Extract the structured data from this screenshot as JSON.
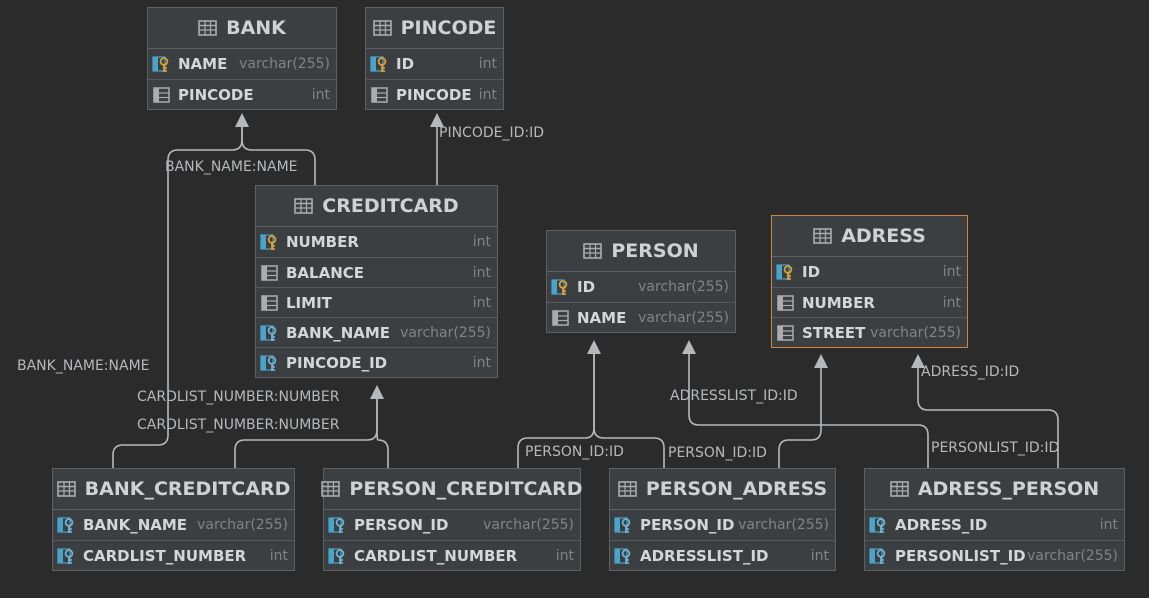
{
  "colors": {
    "background": "#2b2b2b",
    "table_bg": "#3c3f41",
    "border": "#5d6163",
    "selected_border": "#d0853c",
    "edge": "#b6b9bc",
    "key_icon": "#e0a030",
    "column_icon": "#4aa3c8"
  },
  "tables": {
    "bank": {
      "title": "BANK",
      "columns": [
        {
          "name": "NAME",
          "type": "varchar(255)",
          "icon": "primary-key-column-icon"
        },
        {
          "name": "PINCODE",
          "type": "int",
          "icon": "column-icon"
        }
      ]
    },
    "pincode": {
      "title": "PINCODE",
      "columns": [
        {
          "name": "ID",
          "type": "int",
          "icon": "primary-key-column-icon"
        },
        {
          "name": "PINCODE",
          "type": "int",
          "icon": "column-icon"
        }
      ]
    },
    "creditcard": {
      "title": "CREDITCARD",
      "columns": [
        {
          "name": "NUMBER",
          "type": "int",
          "icon": "primary-key-column-icon"
        },
        {
          "name": "BALANCE",
          "type": "int",
          "icon": "column-icon"
        },
        {
          "name": "LIMIT",
          "type": "int",
          "icon": "column-icon"
        },
        {
          "name": "BANK_NAME",
          "type": "varchar(255)",
          "icon": "foreign-key-column-icon"
        },
        {
          "name": "PINCODE_ID",
          "type": "int",
          "icon": "foreign-key-column-icon"
        }
      ]
    },
    "person": {
      "title": "PERSON",
      "columns": [
        {
          "name": "ID",
          "type": "varchar(255)",
          "icon": "primary-key-column-icon"
        },
        {
          "name": "NAME",
          "type": "varchar(255)",
          "icon": "column-icon"
        }
      ]
    },
    "adress": {
      "title": "ADRESS",
      "columns": [
        {
          "name": "ID",
          "type": "int",
          "icon": "primary-key-column-icon"
        },
        {
          "name": "NUMBER",
          "type": "int",
          "icon": "column-icon"
        },
        {
          "name": "STREET",
          "type": "varchar(255)",
          "icon": "column-icon"
        }
      ]
    },
    "bank_creditcard": {
      "title": "BANK_CREDITCARD",
      "columns": [
        {
          "name": "BANK_NAME",
          "type": "varchar(255)",
          "icon": "foreign-key-column-icon"
        },
        {
          "name": "CARDLIST_NUMBER",
          "type": "int",
          "icon": "foreign-key-column-icon"
        }
      ]
    },
    "person_creditcard": {
      "title": "PERSON_CREDITCARD",
      "columns": [
        {
          "name": "PERSON_ID",
          "type": "varchar(255)",
          "icon": "foreign-key-column-icon"
        },
        {
          "name": "CARDLIST_NUMBER",
          "type": "int",
          "icon": "foreign-key-column-icon"
        }
      ]
    },
    "person_adress": {
      "title": "PERSON_ADRESS",
      "columns": [
        {
          "name": "PERSON_ID",
          "type": "varchar(255)",
          "icon": "foreign-key-column-icon"
        },
        {
          "name": "ADRESSLIST_ID",
          "type": "int",
          "icon": "foreign-key-column-icon"
        }
      ]
    },
    "adress_person": {
      "title": "ADRESS_PERSON",
      "columns": [
        {
          "name": "ADRESS_ID",
          "type": "int",
          "icon": "foreign-key-column-icon"
        },
        {
          "name": "PERSONLIST_ID",
          "type": "varchar(255)",
          "icon": "foreign-key-column-icon"
        }
      ]
    }
  },
  "edge_labels": {
    "pincode_id": "PINCODE_ID:ID",
    "bank_name_top": "BANK_NAME:NAME",
    "bank_name_left": "BANK_NAME:NAME",
    "cardlist_1": "CARDLIST_NUMBER:NUMBER",
    "cardlist_2": "CARDLIST_NUMBER:NUMBER",
    "adresslist_id": "ADRESSLIST_ID:ID",
    "adress_id": "ADRESS_ID:ID",
    "person_id_1": "PERSON_ID:ID",
    "person_id_2": "PERSON_ID:ID",
    "personlist_id": "PERSONLIST_ID:ID"
  }
}
